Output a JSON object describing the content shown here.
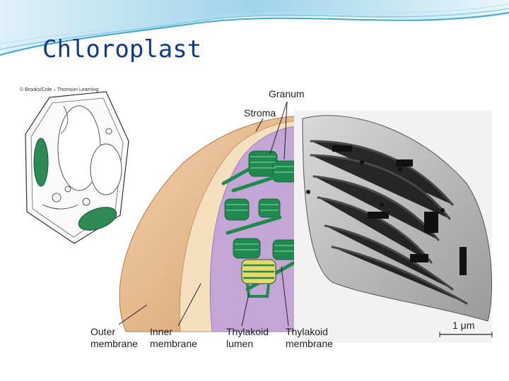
{
  "slide": {
    "title": "Chloroplast"
  },
  "figure": {
    "copyright": "© Brooks/Cole – Thomson Learning",
    "labels": {
      "granum": "Granum",
      "stroma": "Stroma",
      "outer_membrane_line1": "Outer",
      "outer_membrane_line2": "membrane",
      "inner_membrane_line1": "Inner",
      "inner_membrane_line2": "membrane",
      "thylakoid_lumen_line1": "Thylakoid",
      "thylakoid_lumen_line2": "lumen",
      "thylakoid_membrane_line1": "Thylakoid",
      "thylakoid_membrane_line2": "membrane",
      "scale_bar": "1 μm"
    }
  },
  "colors": {
    "title": "#123b8f",
    "header_wave": "#5fb6d8",
    "chloroplast_green": "#1f8a4e",
    "stroma_purple": "#c3a6d6",
    "outer_membrane_tan": "#e7b98c"
  }
}
